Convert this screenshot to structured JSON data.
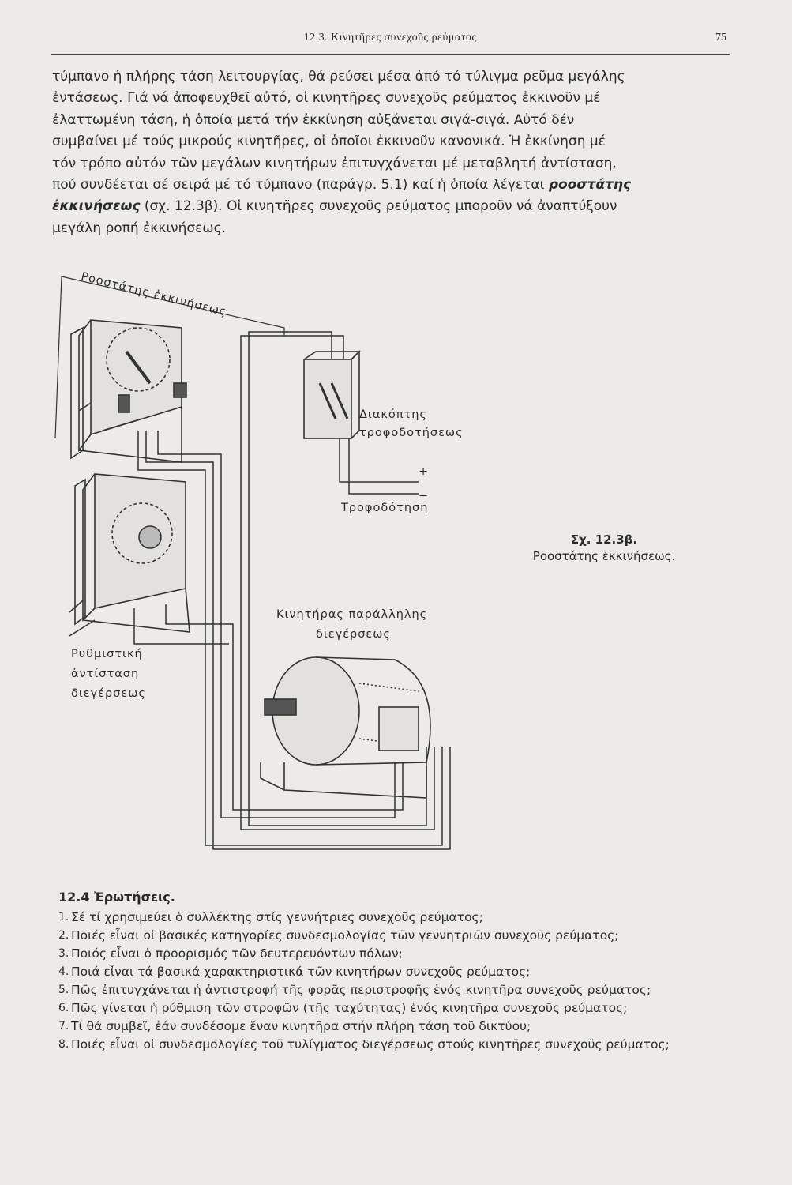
{
  "header": {
    "running_title": "12.3. Κινητῆρες συνεχοῦς ρεύματος",
    "page_number": "75"
  },
  "paragraph": {
    "lines": [
      "τύμπανο ἡ πλήρης τάση λειτουργίας, θά ρεύσει μέσα ἀπό τό τύλιγμα ρεῦμα μεγάλης",
      "ἐντάσεως. Γιά νά ἀποφευχθεῖ αὐτό, οἱ κινητῆρες συνεχοῦς ρεύματος ἐκκινοῦν μέ",
      "ἐλαττωμένη τάση, ἡ ὁποία μετά τήν ἐκκίνηση αὐξάνεται σιγά-σιγά. Αὐτό δέν",
      "συμβαίνει μέ τούς μικρούς κινητῆρες, οἱ ὁποῖοι ἐκκινοῦν κανονικά. Ἡ ἐκκίνηση μέ",
      "τόν τρόπο αὐτόν τῶν μεγάλων κινητήρων ἐπιτυγχάνεται μέ μεταβλητή ἀντίσταση,"
    ],
    "line6_pre": "πού συνδέεται σέ σειρά μέ τό τύμπανο (παράγρ. 5.1) καί ἡ ὁποία λέγεται ",
    "line6_term": "ροοστάτης",
    "line7_term": "ἐκκινήσεως",
    "line7_post": " (σχ. 12.3β). Οἱ κινητῆρες συνεχοῦς ρεύματος μποροῦν νά ἀναπτύξουν",
    "line8": "μεγάλη ροπή ἐκκινήσεως."
  },
  "figure": {
    "label_starter": "Ροοστάτης ἐκκινήσεως",
    "label_switch_1": "Διακόπτης",
    "label_switch_2": "τροφοδοτήσεως",
    "label_supply": "Τροφοδότηση",
    "plus": "+",
    "minus": "−",
    "label_motor_1": "Κινητήρας παράλληλης",
    "label_motor_2": "διεγέρσεως",
    "label_field_1": "Ρυθμιστική",
    "label_field_2": "ἀντίσταση",
    "label_field_3": "διεγέρσεως",
    "caption_number": "Σχ. 12.3β.",
    "caption_text": "Ροοστάτης ἐκκινήσεως."
  },
  "questions": {
    "title": "12.4 Ἐρωτήσεις.",
    "items": [
      {
        "n": "1.",
        "text": "Σέ τί χρησιμεύει ὁ συλλέκτης στίς γεννήτριες συνεχοῦς ρεύματος;"
      },
      {
        "n": "2.",
        "text": "Ποιές εἶναι οἱ βασικές κατηγορίες συνδεσμολογίας τῶν γεννητριῶν συνεχοῦς ρεύματος;"
      },
      {
        "n": "3.",
        "text": "Ποιός εἶναι ὁ προορισμός τῶν δευτερευόντων πόλων;"
      },
      {
        "n": "4.",
        "text": "Ποιά εἶναι τά βασικά χαρακτηριστικά τῶν κινητήρων συνεχοῦς ρεύματος;"
      },
      {
        "n": "5.",
        "text": "Πῶς ἐπιτυγχάνεται ἡ ἀντιστροφή τῆς φορᾶς περιστροφῆς ἑνός κινητῆρα συνεχοῦς ρεύματος;"
      },
      {
        "n": "6.",
        "text": "Πῶς γίνεται ἡ ρύθμιση τῶν στροφῶν (τῆς ταχύτητας) ἑνός κινητῆρα συνεχοῦς ρεύματος;"
      },
      {
        "n": "7.",
        "text": "Τί θά συμβεῖ, ἐάν συνδέσομε ἕναν κινητῆρα στήν πλήρη τάση τοῦ δικτύου;"
      },
      {
        "n": "8.",
        "text": "Ποιές εἶναι οἱ συνδεσμολογίες τοῦ τυλίγματος διεγέρσεως στούς κινητῆρες συνεχοῦς ρεύματος;"
      }
    ]
  }
}
